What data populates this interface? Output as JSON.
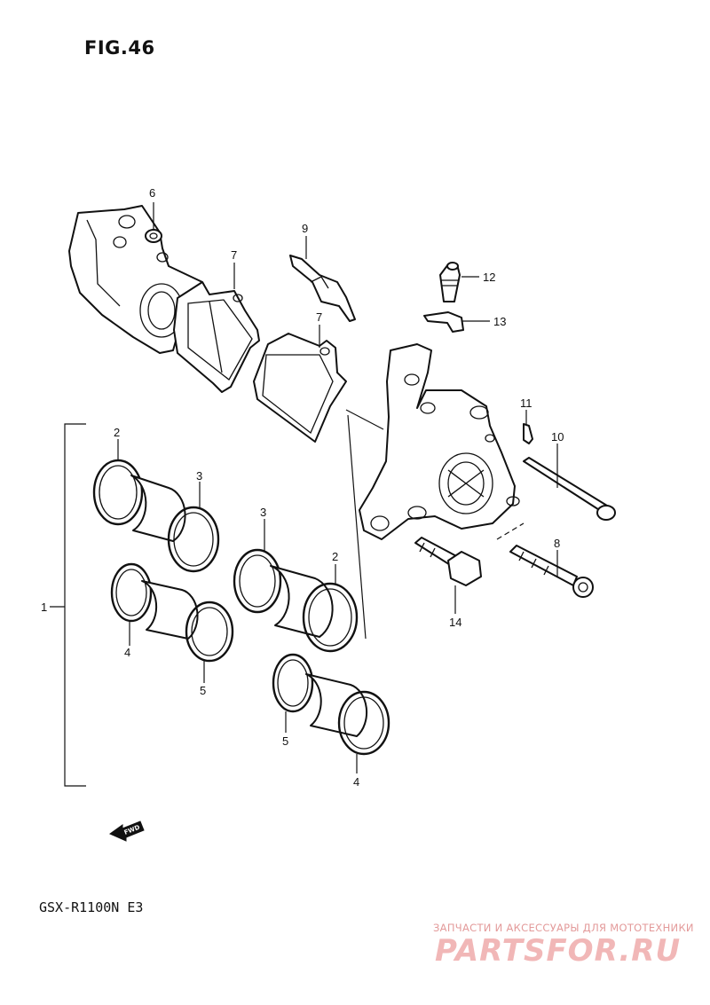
{
  "figure": {
    "title": "FIG.46",
    "model": "GSX-R1100N E3"
  },
  "callouts": [
    "1",
    "2",
    "3",
    "4",
    "5",
    "6",
    "7",
    "8",
    "9",
    "10",
    "11",
    "12",
    "13",
    "14"
  ],
  "callouts_extra": [
    "2",
    "3",
    "4",
    "5",
    "7"
  ],
  "fwd_label": "FWD",
  "watermark": {
    "tagline": "ЗАПЧАСТИ И АКСЕССУАРЫ ДЛЯ МОТОТЕХНИКИ",
    "logo": "PARTSFOR.RU"
  },
  "colors": {
    "ink": "#111111",
    "watermark": "#e39a9a",
    "background": "#ffffff"
  }
}
